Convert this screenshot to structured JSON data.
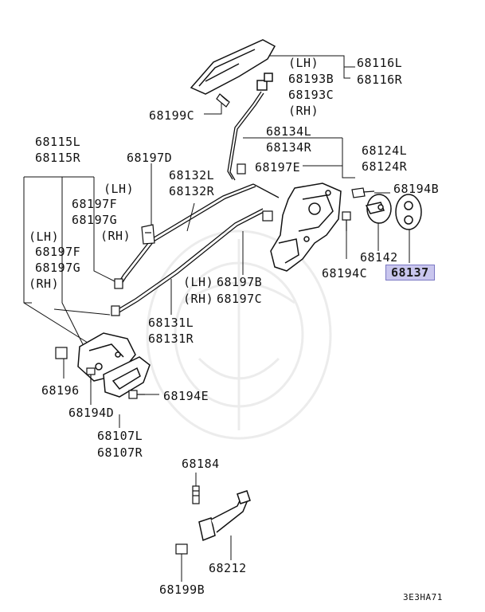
{
  "labels": {
    "p68116L": "68116L",
    "p68116R": "68116R",
    "lh1": "(LH)",
    "p68193B": "68193B",
    "p68193C": "68193C",
    "rh1": "(RH)",
    "p68199C": "68199C",
    "p68134L": "68134L",
    "p68134R": "68134R",
    "p68124L": "68124L",
    "p68124R": "68124R",
    "p68197E": "68197E",
    "p68115L": "68115L",
    "p68115R": "68115R",
    "p68197D": "68197D",
    "p68132L": "68132L",
    "p68132R": "68132R",
    "lh2": "(LH)",
    "p68197F_a": "68197F",
    "p68197G_a": "68197G",
    "rh2": "(RH)",
    "lh3": "(LH)",
    "p68197F_b": "68197F",
    "p68197G_b": "68197G",
    "rh3": "(RH)",
    "p68194B": "68194B",
    "p68142": "68142",
    "p68137": "68137",
    "p68194C": "68194C",
    "lh4": "(LH)",
    "p68197B": "68197B",
    "rh4": "(RH)",
    "p68197C": "68197C",
    "p68131L": "68131L",
    "p68131R": "68131R",
    "p68196": "68196",
    "p68194D": "68194D",
    "p68194E": "68194E",
    "p68107L": "68107L",
    "p68107R": "68107R",
    "p68184": "68184",
    "p68212": "68212",
    "p68199B": "68199B",
    "diagram_code": "3E3HA71"
  },
  "colors": {
    "highlight_fill": "#c9c6ee",
    "highlight_border": "#7b78c4",
    "line": "#111111",
    "watermark": "#ececec"
  },
  "highlighted_part": "68137"
}
